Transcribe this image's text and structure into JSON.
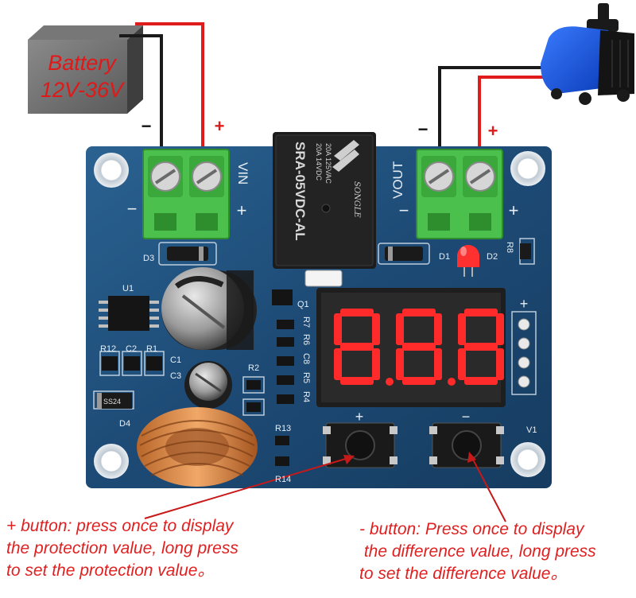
{
  "battery": {
    "label_line1": "Battery",
    "label_line2": "12V-36V",
    "terminal_minus": "−",
    "terminal_plus": "+"
  },
  "pump": {
    "terminal_minus": "−",
    "terminal_plus": "+"
  },
  "board": {
    "vin_label": "VIN",
    "vout_label": "VOUT",
    "vin_minus": "−",
    "vin_plus": "+",
    "vout_minus": "−",
    "vout_plus": "+",
    "relay_text_1": "SRA-05VDC-AL",
    "relay_text_2": "20A 14VDC",
    "relay_text_3": "20A 125VAC",
    "relay_brand": "SONGLE",
    "display_value": "8.8.8",
    "labels": {
      "d3": "D3",
      "d1": "D1",
      "d2": "D2",
      "r8": "R8",
      "q1": "Q1",
      "u1": "U1",
      "r12": "R12",
      "c2": "C2",
      "r1": "R1",
      "c1": "C1",
      "c3": "C3",
      "r2": "R2",
      "r7": "R7",
      "r6": "R6",
      "c8": "C8",
      "r5": "R5",
      "r4": "R4",
      "d4": "D4",
      "ss24": "SS24",
      "r13": "R13",
      "r14": "R14",
      "v1": "V1",
      "header_plus": "+",
      "btn_plus": "+",
      "btn_minus": "−"
    }
  },
  "captions": {
    "plus_button": [
      "+ button: press once to display",
      "the protection value, long press",
      "to set the protection value。"
    ],
    "minus_button": [
      "- button: Press once to display",
      " the difference value, long press",
      "to set the difference value。"
    ]
  },
  "colors": {
    "wire_red": "#e01b1b",
    "wire_black": "#1a1a1a",
    "pcb_blue": "#1f4f7a",
    "terminal_green": "#4cc04c",
    "relay_black": "#1c1c1c",
    "display_red": "#ff2a2a",
    "caption_red": "#e02020"
  }
}
